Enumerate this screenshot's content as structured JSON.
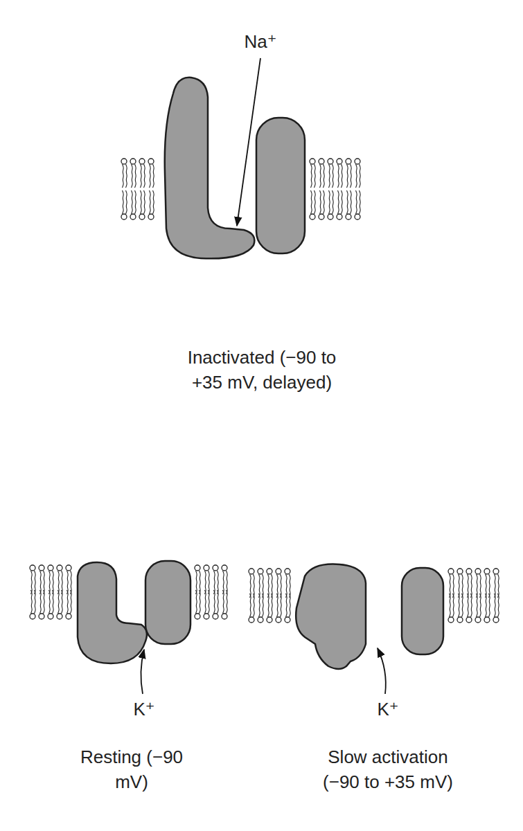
{
  "diagram": {
    "labels": [
      "Na⁺",
      "Inactivated (−90 to +35 mV, delayed)",
      "K⁺",
      "K⁺",
      "Resting (−90 mV)",
      "Slow activation (−90 to +35 mV)"
    ]
  }
}
